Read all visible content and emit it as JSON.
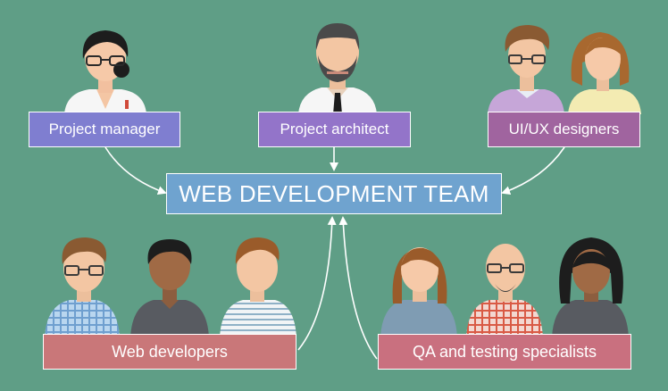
{
  "center": {
    "label": "WEB DEVELOPMENT TEAM"
  },
  "roles": {
    "project_manager": "Project manager",
    "project_architect": "Project architect",
    "ui_ux_designers": "UI/UX designers",
    "web_developers": "Web developers",
    "qa_specialists": "QA and testing specialists"
  },
  "colors": {
    "background": "#5f9e86",
    "center_box": "#6fa3cf",
    "project_manager_box": "#7f7ed0",
    "project_architect_box": "#9374c9",
    "ui_ux_box": "#a0649f",
    "web_dev_box": "#c97779",
    "qa_box": "#c9707f",
    "arrows": "#ffffff"
  }
}
